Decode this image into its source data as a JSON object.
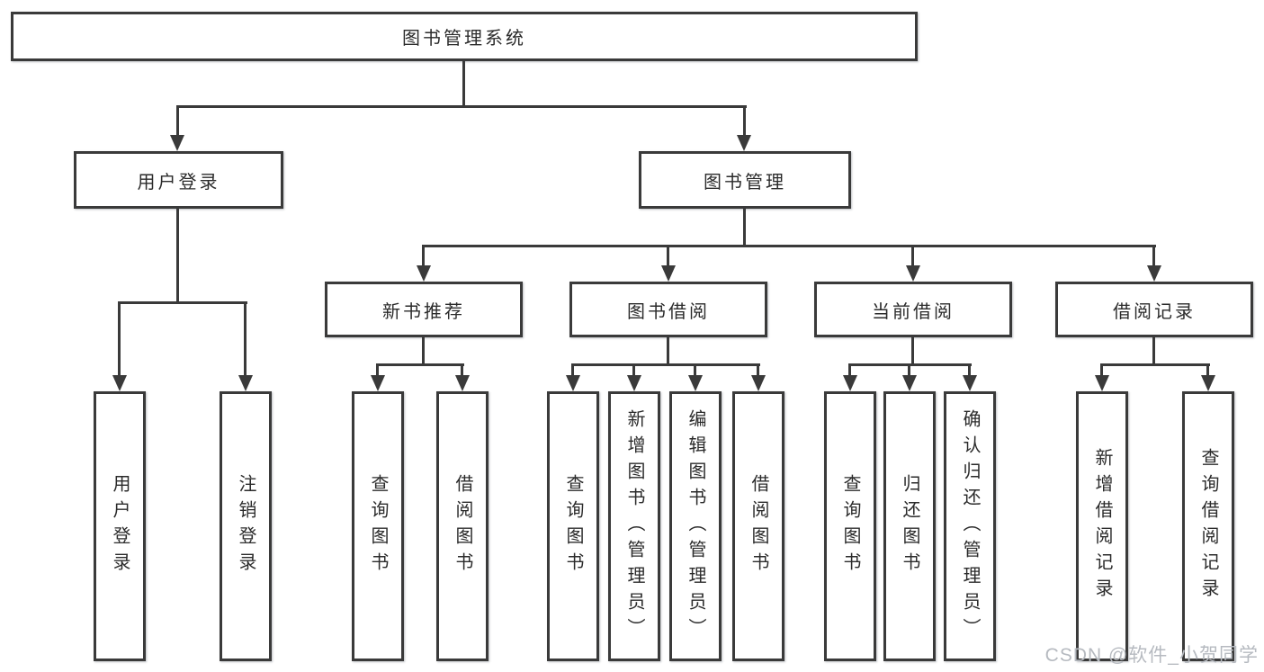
{
  "root": {
    "label": "图书管理系统"
  },
  "user_branch": {
    "label": "用户登录",
    "children": [
      {
        "label": "用户登录"
      },
      {
        "label": "注销登录"
      }
    ]
  },
  "book_branch": {
    "label": "图书管理",
    "children": [
      {
        "label": "新书推荐",
        "children": [
          {
            "label": "查询图书"
          },
          {
            "label": "借阅图书"
          }
        ]
      },
      {
        "label": "图书借阅",
        "children": [
          {
            "label": "查询图书"
          },
          {
            "label": "新增图书（管理员）"
          },
          {
            "label": "编辑图书（管理员）"
          },
          {
            "label": "借阅图书"
          }
        ]
      },
      {
        "label": "当前借阅",
        "children": [
          {
            "label": "查询图书"
          },
          {
            "label": "归还图书"
          },
          {
            "label": "确认归还（管理员）"
          }
        ]
      },
      {
        "label": "借阅记录",
        "children": [
          {
            "label": "新增借阅记录"
          },
          {
            "label": "查询借阅记录"
          }
        ]
      }
    ]
  },
  "watermark": {
    "text": "CSDN @软件_小贺同学"
  },
  "colors": {
    "line": "#3a3a3a",
    "text": "#2b2b2b",
    "background": "#ffffff",
    "watermark_gray": "#b6bac0"
  }
}
